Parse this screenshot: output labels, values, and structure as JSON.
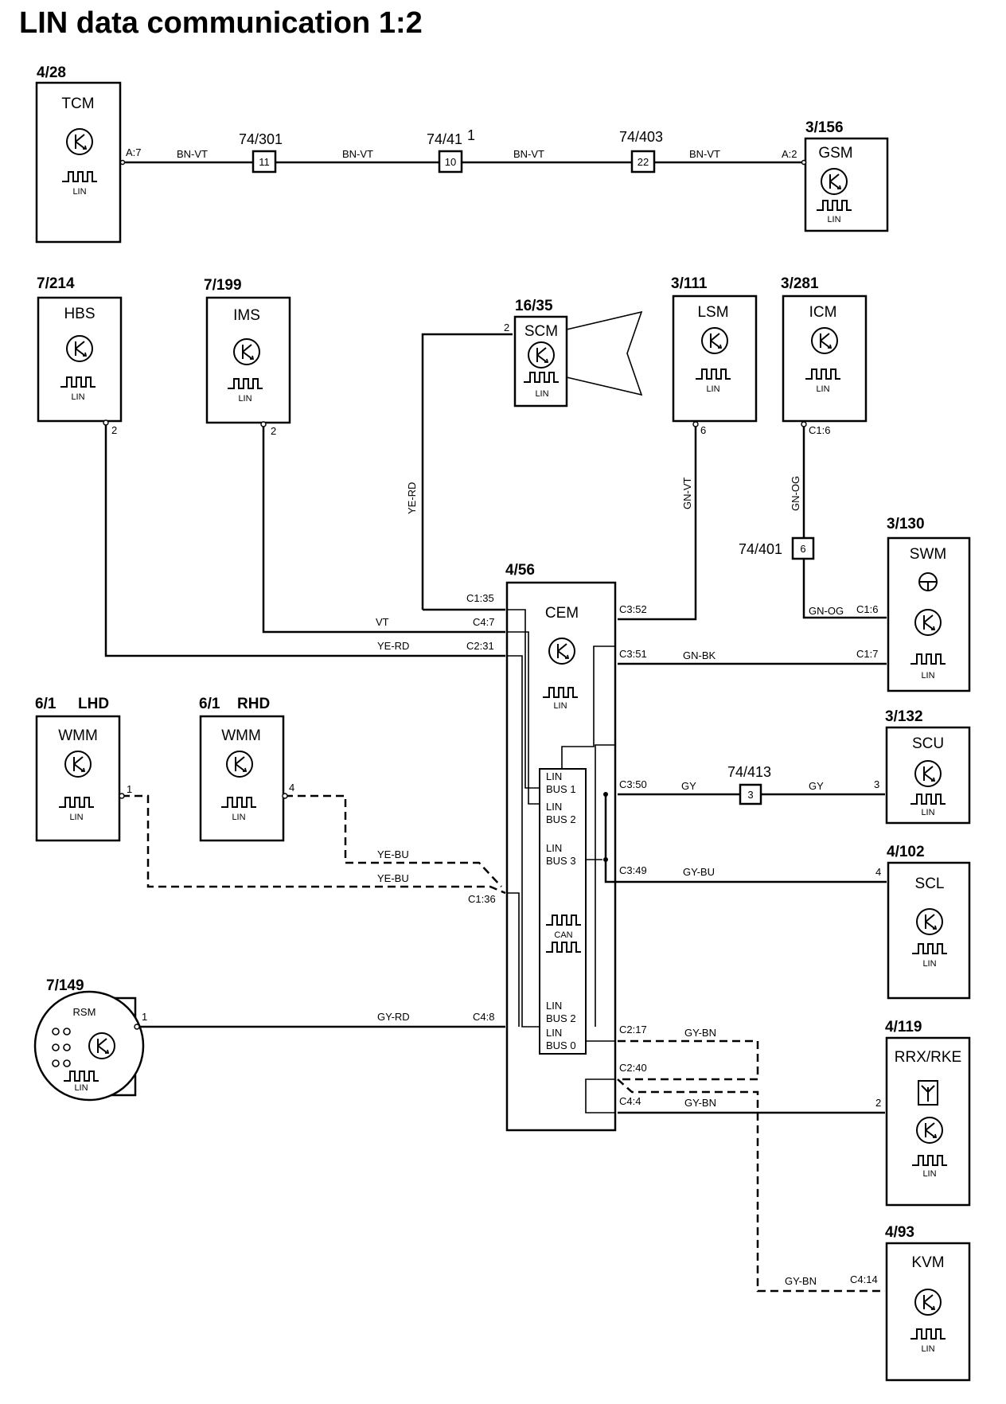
{
  "title": "LIN data communication 1:2",
  "modules": {
    "tcm": {
      "ref": "4/28",
      "name": "TCM",
      "sig": "LIN",
      "pin": "A:7"
    },
    "gsm": {
      "ref": "3/156",
      "name": "GSM",
      "sig": "LIN",
      "pin": "A:2"
    },
    "hbs": {
      "ref": "7/214",
      "name": "HBS",
      "sig": "LIN",
      "pin": "2"
    },
    "ims": {
      "ref": "7/199",
      "name": "IMS",
      "sig": "LIN",
      "pin": "2"
    },
    "scm": {
      "ref": "16/35",
      "name": "SCM",
      "sig": "LIN",
      "pin": "2"
    },
    "lsm": {
      "ref": "3/111",
      "name": "LSM",
      "sig": "LIN",
      "pin": "6"
    },
    "icm": {
      "ref": "3/281",
      "name": "ICM",
      "sig": "LIN",
      "pin": "C1:6"
    },
    "swm": {
      "ref": "3/130",
      "name": "SWM",
      "sig": "LIN",
      "pin1": "C1:6",
      "pin2": "C1:7"
    },
    "cem": {
      "ref": "4/56",
      "name": "CEM",
      "sig": "LIN",
      "can": "CAN",
      "bus_labels": [
        "LIN",
        "BUS 1",
        "LIN",
        "BUS 2",
        "LIN",
        "BUS 3",
        "LIN",
        "BUS 2",
        "LIN",
        "BUS 0"
      ]
    },
    "wmm_lhd": {
      "ref": "6/1",
      "variant": "LHD",
      "name": "WMM",
      "sig": "LIN",
      "pin": "1"
    },
    "wmm_rhd": {
      "ref": "6/1",
      "variant": "RHD",
      "name": "WMM",
      "sig": "LIN",
      "pin": "4"
    },
    "scu": {
      "ref": "3/132",
      "name": "SCU",
      "sig": "LIN",
      "pin": "3"
    },
    "scl": {
      "ref": "4/102",
      "name": "SCL",
      "sig": "LIN",
      "pin": "4"
    },
    "rsm": {
      "ref": "7/149",
      "name": "RSM",
      "sig": "LIN",
      "pin": "1"
    },
    "rrx": {
      "ref": "4/119",
      "name": "RRX/RKE",
      "sig": "LIN",
      "pin": "2"
    },
    "kvm": {
      "ref": "4/93",
      "name": "KVM",
      "sig": "LIN",
      "pin": "C4:14"
    }
  },
  "connectors": {
    "c301": {
      "ref": "74/301",
      "pin": "11"
    },
    "c411": {
      "ref": "74/41",
      "ref_suffix": "1",
      "pin": "10"
    },
    "c403": {
      "ref": "74/403",
      "pin": "22"
    },
    "c401": {
      "ref": "74/401",
      "pin": "6"
    },
    "c413": {
      "ref": "74/413",
      "pin": "3"
    }
  },
  "wires": {
    "bnvt": "BN-VT",
    "yerd": "YE-RD",
    "vt": "VT",
    "gnvt": "GN-VT",
    "gnog": "GN-OG",
    "gnbk": "GN-BK",
    "gy": "GY",
    "gybu": "GY-BU",
    "yebu": "YE-BU",
    "gyrd": "GY-RD",
    "gybn": "GY-BN"
  },
  "cem_pins": {
    "c1_35": "C1:35",
    "c4_7": "C4:7",
    "c2_31": "C2:31",
    "c1_36": "C1:36",
    "c4_8": "C4:8",
    "c3_52": "C3:52",
    "c3_51": "C3:51",
    "c3_50": "C3:50",
    "c3_49": "C3:49",
    "c2_17": "C2:17",
    "c2_40": "C2:40",
    "c4_4": "C4:4"
  }
}
